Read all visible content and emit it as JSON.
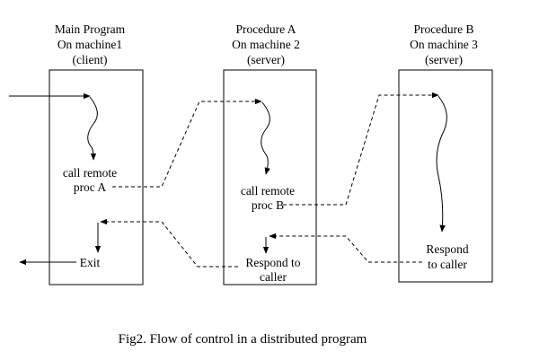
{
  "columns": [
    {
      "heading": [
        "Main Program",
        "On machine1",
        "(client)"
      ]
    },
    {
      "heading": [
        "Procedure A",
        "On machine 2",
        "(server)"
      ]
    },
    {
      "heading": [
        "Procedure B",
        "On machine 3",
        "(server)"
      ]
    }
  ],
  "labels": {
    "call_remote_a": [
      "call remote",
      "proc A"
    ],
    "call_remote_b": [
      "call remote",
      "proc B"
    ],
    "respond_a": [
      "Respond to",
      "caller"
    ],
    "respond_b": [
      "Respond",
      "to caller"
    ],
    "exit": "Exit"
  },
  "caption": "Fig2. Flow of control in a distributed program"
}
